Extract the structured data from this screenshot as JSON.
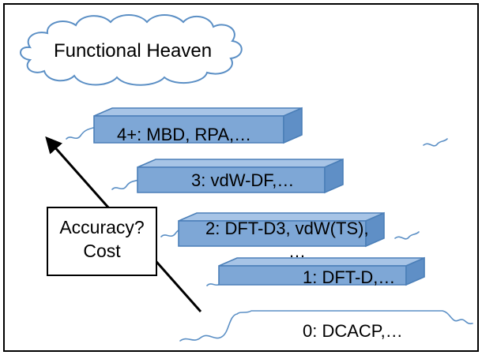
{
  "cloud": {
    "label": "Functional Heaven"
  },
  "steps": [
    {
      "label": "4+: MBD, RPA,…"
    },
    {
      "label": "3: vdW-DF,…"
    },
    {
      "label_line1": "2: DFT-D3, vdW(TS),",
      "label_line2": "…"
    },
    {
      "label": "1: DFT-D,…"
    }
  ],
  "ground": {
    "label": "0: DCACP,…"
  },
  "tradeoff_box": {
    "line1": "Accuracy?",
    "line2": "Cost"
  },
  "colors": {
    "step_top": "#a7c4e6",
    "step_front": "#7ea7d6",
    "step_side": "#5f8fc6",
    "outline": "#4b7fb8",
    "cloud_outline": "#5b8fc5",
    "frame": "#000000"
  }
}
